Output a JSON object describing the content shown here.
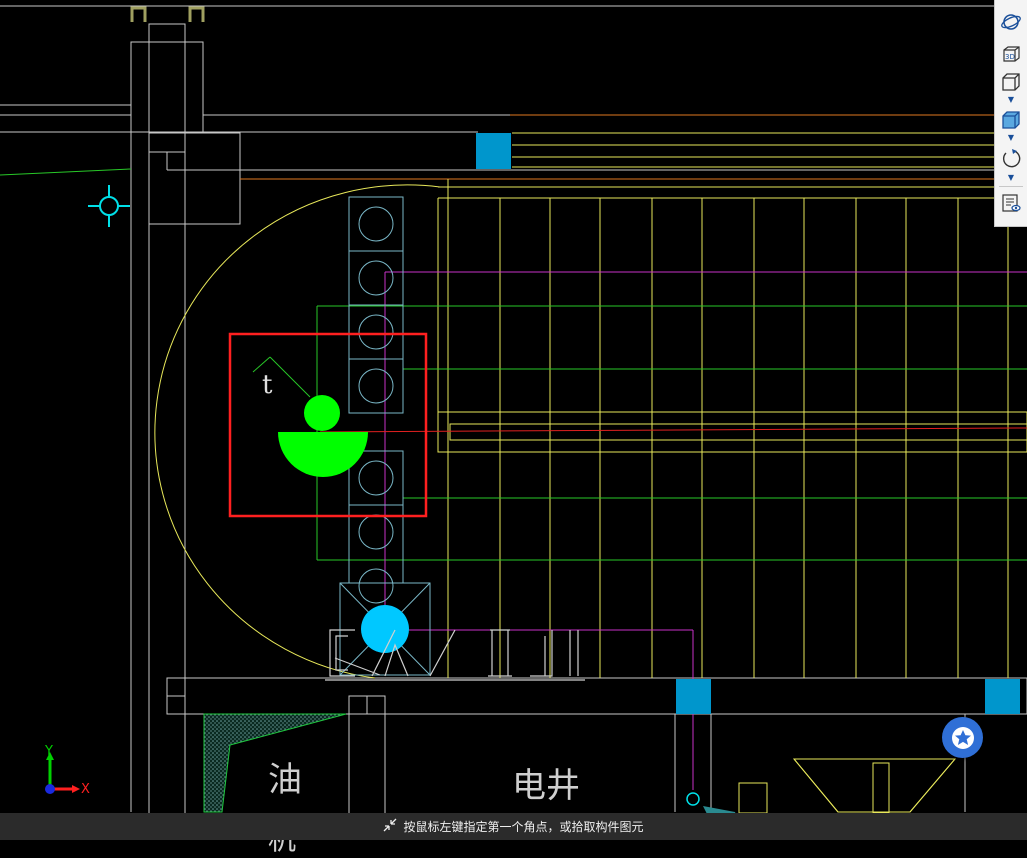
{
  "status_bar": {
    "message": "按鼠标左键指定第一个角点，或拾取构件图元",
    "icon": "shrink-arrows-icon"
  },
  "toolbar": {
    "items": [
      {
        "name": "orbit",
        "icon": "orbit-icon"
      },
      {
        "name": "3d-view",
        "icon": "3d-view-icon",
        "label": "3D"
      },
      {
        "name": "wireframe-box",
        "icon": "wireframe-cube-icon",
        "has_dropdown": true
      },
      {
        "name": "shaded-box",
        "icon": "shaded-cube-icon",
        "has_dropdown": true
      },
      {
        "name": "rotate",
        "icon": "rotate-icon",
        "has_dropdown": true
      },
      {
        "name": "display-settings",
        "icon": "layer-visibility-icon"
      }
    ]
  },
  "ucs": {
    "x_label": "X",
    "y_label": "Y"
  },
  "drawing_labels": {
    "oil": "油",
    "electric_shaft": "电井",
    "partial_bottom": "机",
    "tag": "t"
  },
  "fab": {
    "icon": "star-icon"
  },
  "colors": {
    "yellow": "#e8e85a",
    "magenta": "#c832c8",
    "green_line": "#28c828",
    "green_marker": "#00ff00",
    "cyan_marker": "#00c8ff",
    "blue_column": "#0090c8",
    "red_selection": "#ff2020",
    "orange": "#e07820",
    "gray_line": "#c8c8c8"
  }
}
